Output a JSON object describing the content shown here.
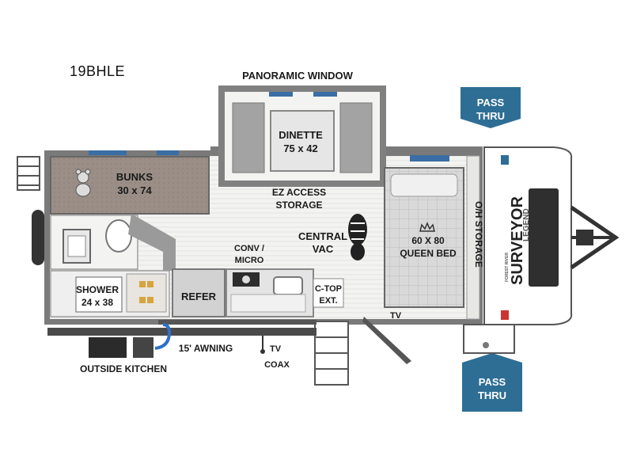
{
  "model": "19BHLE",
  "labels": {
    "panoramic_window": "PANORAMIC WINDOW",
    "dinette": "DINETTE",
    "dinette_size": "75 x 42",
    "bunks": "BUNKS",
    "bunks_size": "30 x 74",
    "ez_access_1": "EZ ACCESS",
    "ez_access_2": "STORAGE",
    "central": "CENTRAL",
    "vac": "VAC",
    "conv": "CONV /",
    "micro": "MICRO",
    "shower": "SHOWER",
    "shower_size": "24 x 38",
    "refer": "REFER",
    "ctop": "C-TOP",
    "ext": "EXT.",
    "queen_size": "60 X 80",
    "queen": "QUEEN BED",
    "oh_storage": "O/H STORAGE",
    "tv": "TV",
    "awning": "15' AWNING",
    "tv_coax_1": "TV",
    "tv_coax_2": "COAX",
    "outside_kitchen": "OUTSIDE KITCHEN",
    "pass_thru_top_1": "PASS",
    "pass_thru_top_2": "THRU",
    "pass_thru_bottom_1": "PASS",
    "pass_thru_bottom_2": "THRU"
  },
  "brand": {
    "name": "SURVEYOR",
    "sub": "LEGEND",
    "maker": "FOREST RIVER"
  },
  "colors": {
    "pass_thru_badge": "#2e6e95",
    "floor": "#f2f2f0",
    "wall": "#6e6e6e",
    "bunk_mattress": "#9b8f87",
    "awning_hose": "#2f6fc8"
  }
}
